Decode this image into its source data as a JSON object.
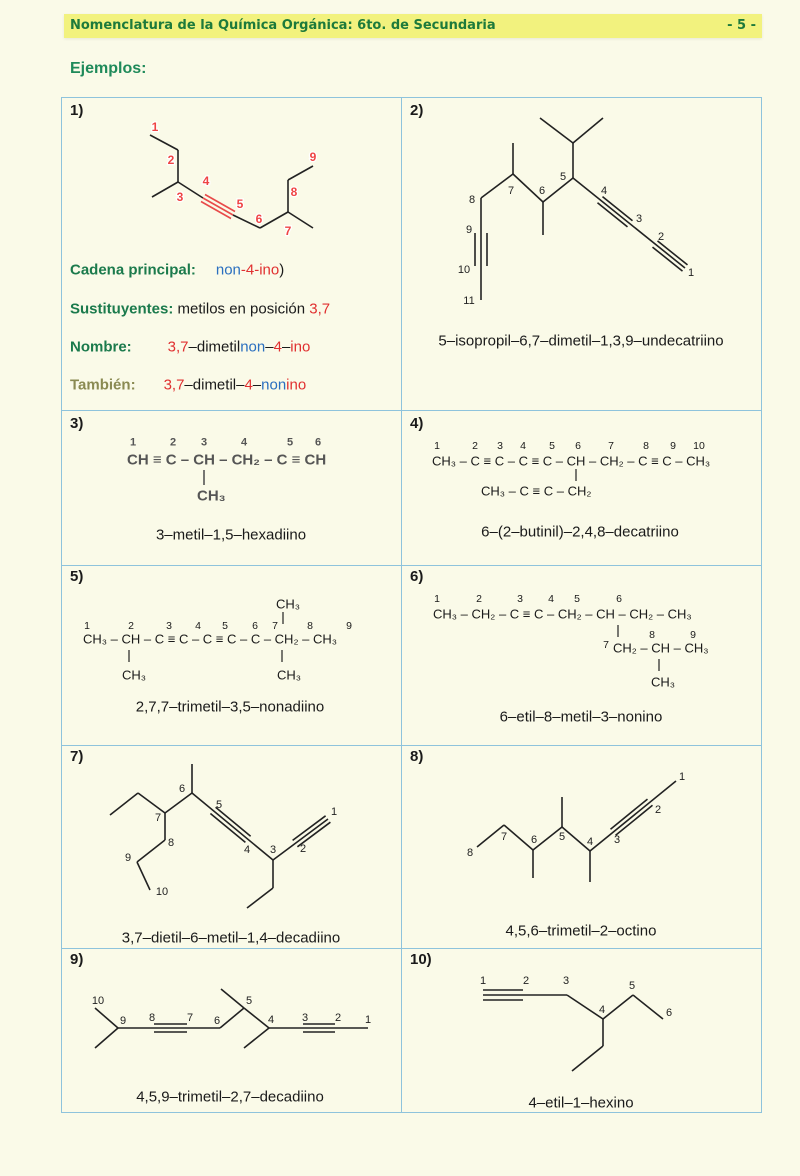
{
  "header": {
    "title": "Nomenclatura de la Química Orgánica: 6to. de Secundaria",
    "page": "- 5 -"
  },
  "section_title": "Ejemplos:",
  "examples": [
    {
      "num": "1)",
      "labels": [
        "1",
        "2",
        "3",
        "4",
        "5",
        "6",
        "7",
        "8",
        "9"
      ],
      "cadena_label": "Cadena principal:",
      "cadena": [
        "non",
        "-4-ino",
        ")"
      ],
      "sust_label": "Sustituyentes:",
      "sust_text": " metilos en posición ",
      "sust_pos": "3,7",
      "nombre_label": "Nombre:",
      "nombre": [
        "3,7",
        "–dimetil",
        "non",
        "–",
        "4",
        "–",
        "ino"
      ],
      "tambien_label": "También:",
      "tambien": [
        "3,7",
        "–dimetil–",
        "4",
        "–",
        "non",
        "ino"
      ]
    },
    {
      "num": "2)",
      "labels": [
        "1",
        "2",
        "3",
        "4",
        "5",
        "6",
        "7",
        "8",
        "9",
        "10",
        "11"
      ],
      "name": "5–isopropil–6,7–dimetil–1,3,9–undecatriino"
    },
    {
      "num": "3)",
      "numbers": [
        "1",
        "2",
        "3",
        "4",
        "5",
        "6"
      ],
      "formula": "CH ≡ C – CH – CH₂ – C ≡ CH",
      "branch": "CH₃",
      "name": "3–metil–1,5–hexadiino"
    },
    {
      "num": "4)",
      "numbers": [
        "1",
        "2",
        "3",
        "4",
        "5",
        "6",
        "7",
        "8",
        "9",
        "10"
      ],
      "formula": "CH₃ – C ≡ C – C ≡ C – CH – CH₂ – C ≡ C – CH₃",
      "branch": "CH₃ – C ≡ C – CH₂",
      "name": "6–(2–butinil)–2,4,8–decatriino"
    },
    {
      "num": "5)",
      "numbers": [
        "1",
        "2",
        "3",
        "4",
        "5",
        "6",
        "7",
        "8",
        "9"
      ],
      "formula": "CH₃ – CH – C ≡ C – C ≡ C – C – CH₂ – CH₃",
      "top": "CH₃",
      "bottoms": [
        "CH₃",
        "CH₃"
      ],
      "name": "2,7,7–trimetil–3,5–nonadiino"
    },
    {
      "num": "6)",
      "numbers": [
        "1",
        "2",
        "3",
        "4",
        "5",
        "6"
      ],
      "formula": "CH₃ – CH₂ – C ≡ C – CH₂ – CH – CH₂ – CH₃",
      "sub_numbers": [
        "7",
        "8",
        "9"
      ],
      "sub": "CH₂ – CH – CH₃",
      "branch": "CH₃",
      "name": "6–etil–8–metil–3–nonino"
    },
    {
      "num": "7)",
      "labels": [
        "1",
        "2",
        "3",
        "4",
        "5",
        "6",
        "7",
        "8",
        "9",
        "10"
      ],
      "name": "3,7–dietil–6–metil–1,4–decadiino"
    },
    {
      "num": "8)",
      "labels": [
        "1",
        "2",
        "3",
        "4",
        "5",
        "6",
        "7",
        "8"
      ],
      "name": "4,5,6–trimetil–2–octino"
    },
    {
      "num": "9)",
      "labels": [
        "1",
        "2",
        "3",
        "4",
        "5",
        "6",
        "7",
        "8",
        "9",
        "10"
      ],
      "name": "4,5,9–trimetil–2,7–decadiino"
    },
    {
      "num": "10)",
      "labels": [
        "1",
        "2",
        "3",
        "4",
        "5",
        "6"
      ],
      "name": "4–etil–1–hexino"
    }
  ]
}
